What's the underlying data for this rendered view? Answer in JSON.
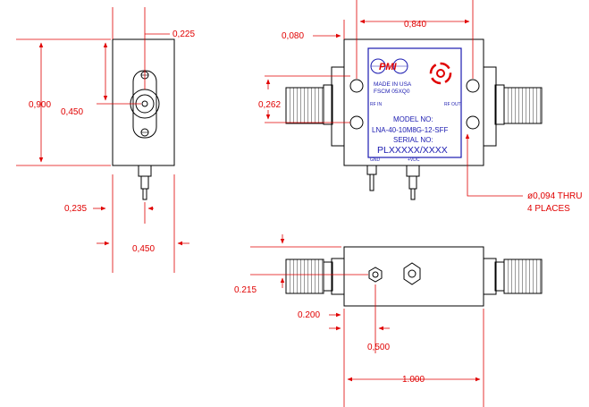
{
  "dimensions": {
    "side_width": "0,225",
    "side_height": "0,900",
    "connector_offset": "0,450",
    "pin_offset": "0,235",
    "side_base_width": "0,450",
    "hole_edge_offset": "0,080",
    "hole_spacing": "0,840",
    "hole_vertical": "0,262",
    "hole_note_line1": "ø0,094 THRU",
    "hole_note_line2": "4 PLACES",
    "bottom_height": "0.215",
    "bottom_edge_offset": "0.200",
    "bottom_terminal": "0,500",
    "bottom_length": "1.000"
  },
  "labels": {
    "logo": "PMI",
    "made_in": "MADE IN USA",
    "fscm": "FSCM 05XQ0",
    "rf_in": "RF IN",
    "rf_out": "RF OUT",
    "model_label": "MODEL NO:",
    "model_value": "LNA-40-10M8G-12-SFF",
    "serial_label": "SERIAL NO:",
    "serial_value": "PLXXXXX/XXXX",
    "gnd": "GND",
    "vdc": "+VDC"
  },
  "colors": {
    "dimension": "#e00000",
    "body_text": "#1a1ab0",
    "outline": "#000000"
  }
}
